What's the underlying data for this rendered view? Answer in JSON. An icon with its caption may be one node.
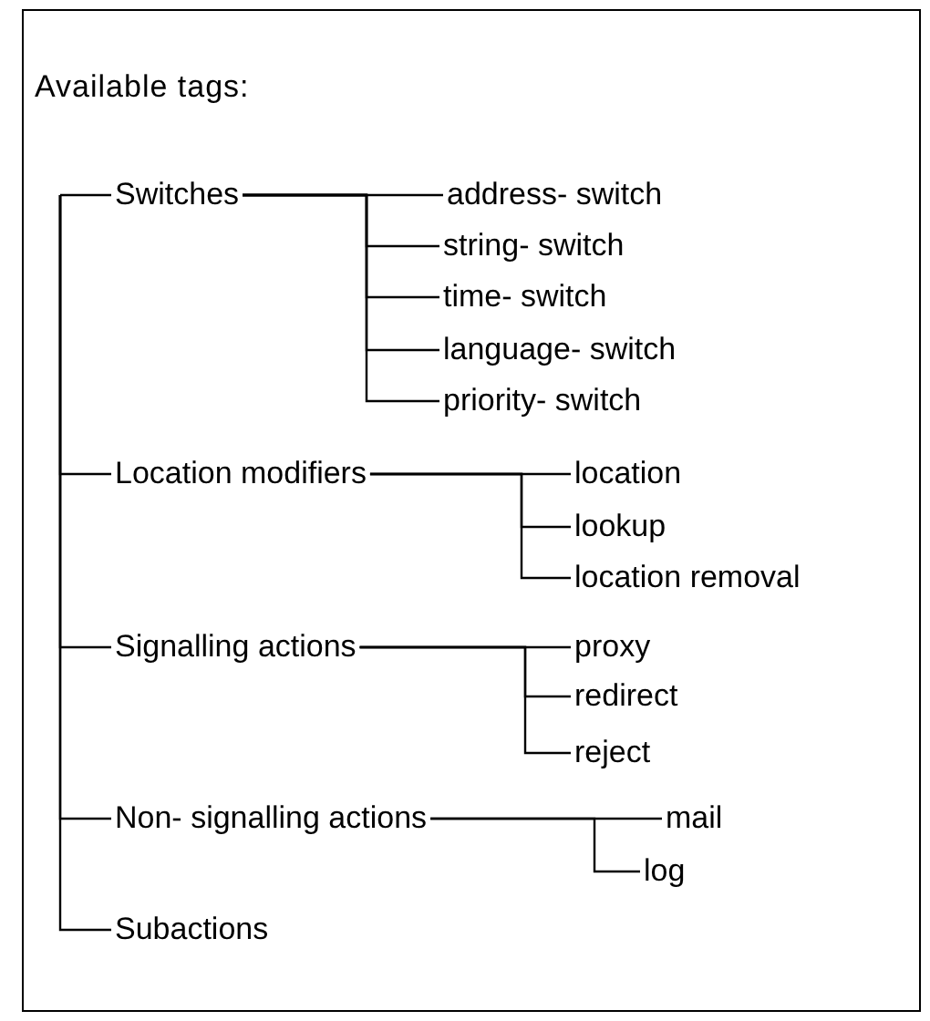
{
  "diagram": {
    "nodes": [
      {
        "text": [
          "Available tags:"
        ]
      },
      {
        "text": [
          "Switches"
        ],
        "in": 0
      },
      {
        "text": [
          "address- switch"
        ],
        "in": 0
      },
      {
        "text": [
          "string- switch"
        ],
        "in": 0
      },
      {
        "text": [
          "time- switch"
        ],
        "in": 0
      },
      {
        "text": [
          "language- switch"
        ],
        "in": 0
      },
      {
        "text": [
          "priority- switch"
        ],
        "in": 0
      },
      {
        "text": [
          "Location modifiers"
        ],
        "in": 0
      },
      {
        "text": [
          "location"
        ],
        "in": 0
      },
      {
        "text": [
          "lookup"
        ],
        "in": 0
      },
      {
        "text": [
          "location removal"
        ],
        "in": 0
      },
      {
        "text": [
          "Signalling actions"
        ],
        "in": 0
      },
      {
        "text": [
          "proxy"
        ],
        "in": 0
      },
      {
        "text": [
          "redirect"
        ],
        "in": 0
      },
      {
        "text": [
          "reject"
        ],
        "in": 0
      },
      {
        "text": [
          "Non- signalling actions"
        ],
        "in": 0
      },
      {
        "text": [
          "mail"
        ],
        "in": 0
      },
      {
        "text": [
          "log"
        ],
        "in": 0
      },
      {
        "text": [
          "Subactions"
        ],
        "in": 0
      }
    ],
    "edges": [
      {
        "from": null,
        "to": 1,
        "arrow": "none"
      },
      {
        "from": 1,
        "to": 2,
        "arrow": "none"
      },
      {
        "from": 1,
        "to": 3,
        "arrow": "none"
      },
      {
        "from": 1,
        "to": 4,
        "arrow": "none"
      },
      {
        "from": 1,
        "to": 5,
        "arrow": "none"
      },
      {
        "from": 1,
        "to": 6,
        "arrow": "none"
      },
      {
        "from": null,
        "to": 7,
        "arrow": "none"
      },
      {
        "from": 7,
        "to": 8,
        "arrow": "none"
      },
      {
        "from": 7,
        "to": 9,
        "arrow": "none"
      },
      {
        "from": 7,
        "to": 10,
        "arrow": "none"
      },
      {
        "from": null,
        "to": 11,
        "arrow": "none"
      },
      {
        "from": 11,
        "to": 12,
        "arrow": "none"
      },
      {
        "from": 11,
        "to": 13,
        "arrow": "none"
      },
      {
        "from": 11,
        "to": 14,
        "arrow": "none"
      },
      {
        "from": null,
        "to": 15,
        "arrow": "none"
      },
      {
        "from": 15,
        "to": 16,
        "arrow": "none"
      },
      {
        "from": 15,
        "to": 17,
        "arrow": "none"
      },
      {
        "from": null,
        "to": 18,
        "arrow": "none"
      }
    ]
  }
}
